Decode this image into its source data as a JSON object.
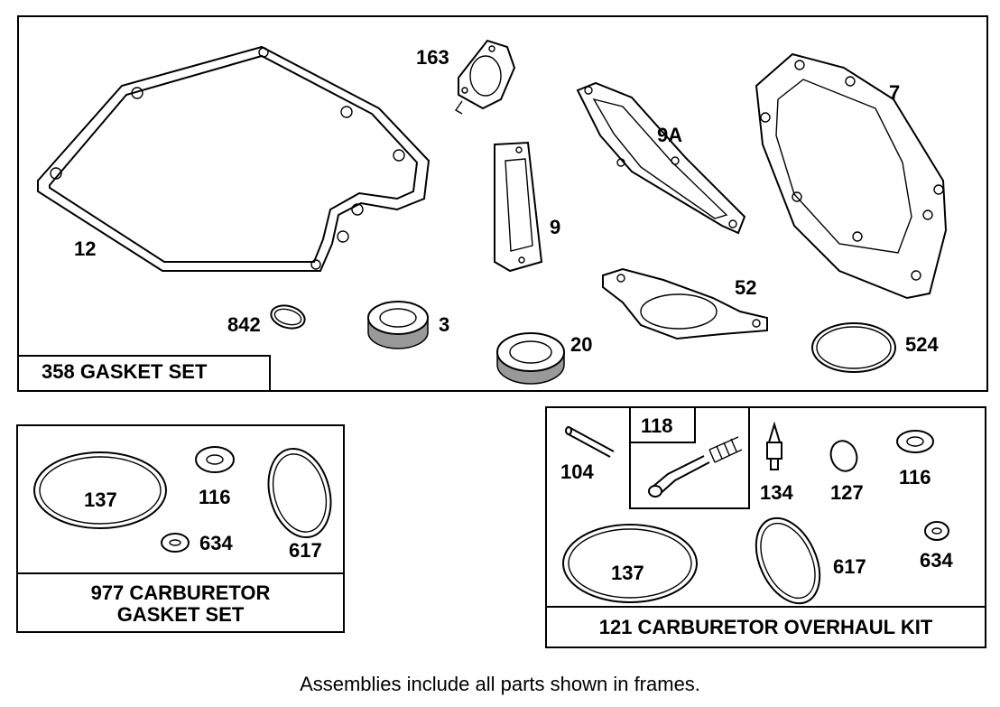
{
  "note": "Assemblies include all parts shown in frames.",
  "gasket_set": {
    "title": "358 GASKET SET",
    "parts": {
      "p12": "12",
      "p163": "163",
      "p9a": "9A",
      "p7": "7",
      "p9": "9",
      "p52": "52",
      "p842": "842",
      "p3": "3",
      "p20": "20",
      "p524": "524"
    }
  },
  "carb_gasket_set": {
    "title_line1": "977 CARBURETOR",
    "title_line2": "GASKET SET",
    "parts": {
      "p137": "137",
      "p116": "116",
      "p634": "634",
      "p617": "617"
    }
  },
  "overhaul_kit": {
    "title": "121 CARBURETOR OVERHAUL KIT",
    "subframe": "118",
    "parts": {
      "p104": "104",
      "p134": "134",
      "p127": "127",
      "p116": "116",
      "p137": "137",
      "p617": "617",
      "p634": "634"
    }
  }
}
